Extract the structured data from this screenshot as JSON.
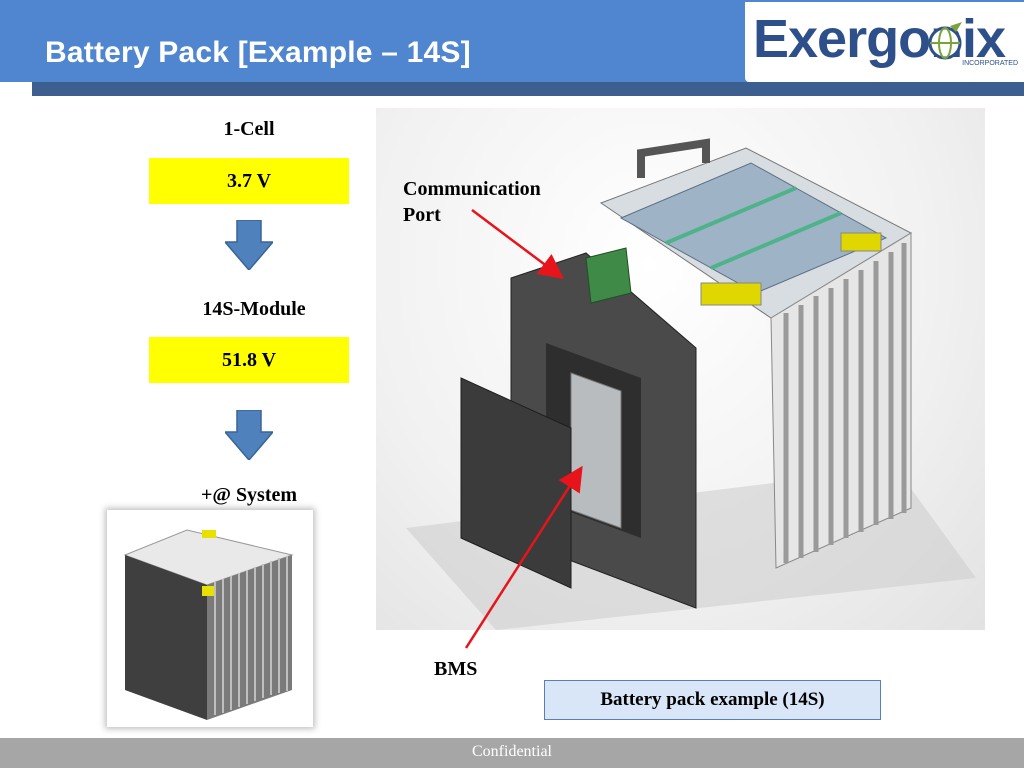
{
  "slide": {
    "title": "Battery Pack [Example – 14S]",
    "logo_text": "Exergonix",
    "logo_subtext": "INCORPORATED",
    "footer": "Confidential"
  },
  "flow": {
    "cell_label": "1-Cell",
    "cell_voltage": "3.7 V",
    "module_label": "14S-Module",
    "module_voltage": "51.8 V",
    "system_label": "+@ System"
  },
  "main_image": {
    "callout_comm_line1": "Communication",
    "callout_comm_line2": "Port",
    "callout_bms": "BMS",
    "caption": "Battery pack example (14S)"
  },
  "colors": {
    "header_blue": "#4f86cf",
    "highlight_yellow": "#ffff00",
    "arrow_blue": "#4f81bd",
    "callout_red": "#e8141b",
    "caption_fill": "#d9e6f7"
  }
}
